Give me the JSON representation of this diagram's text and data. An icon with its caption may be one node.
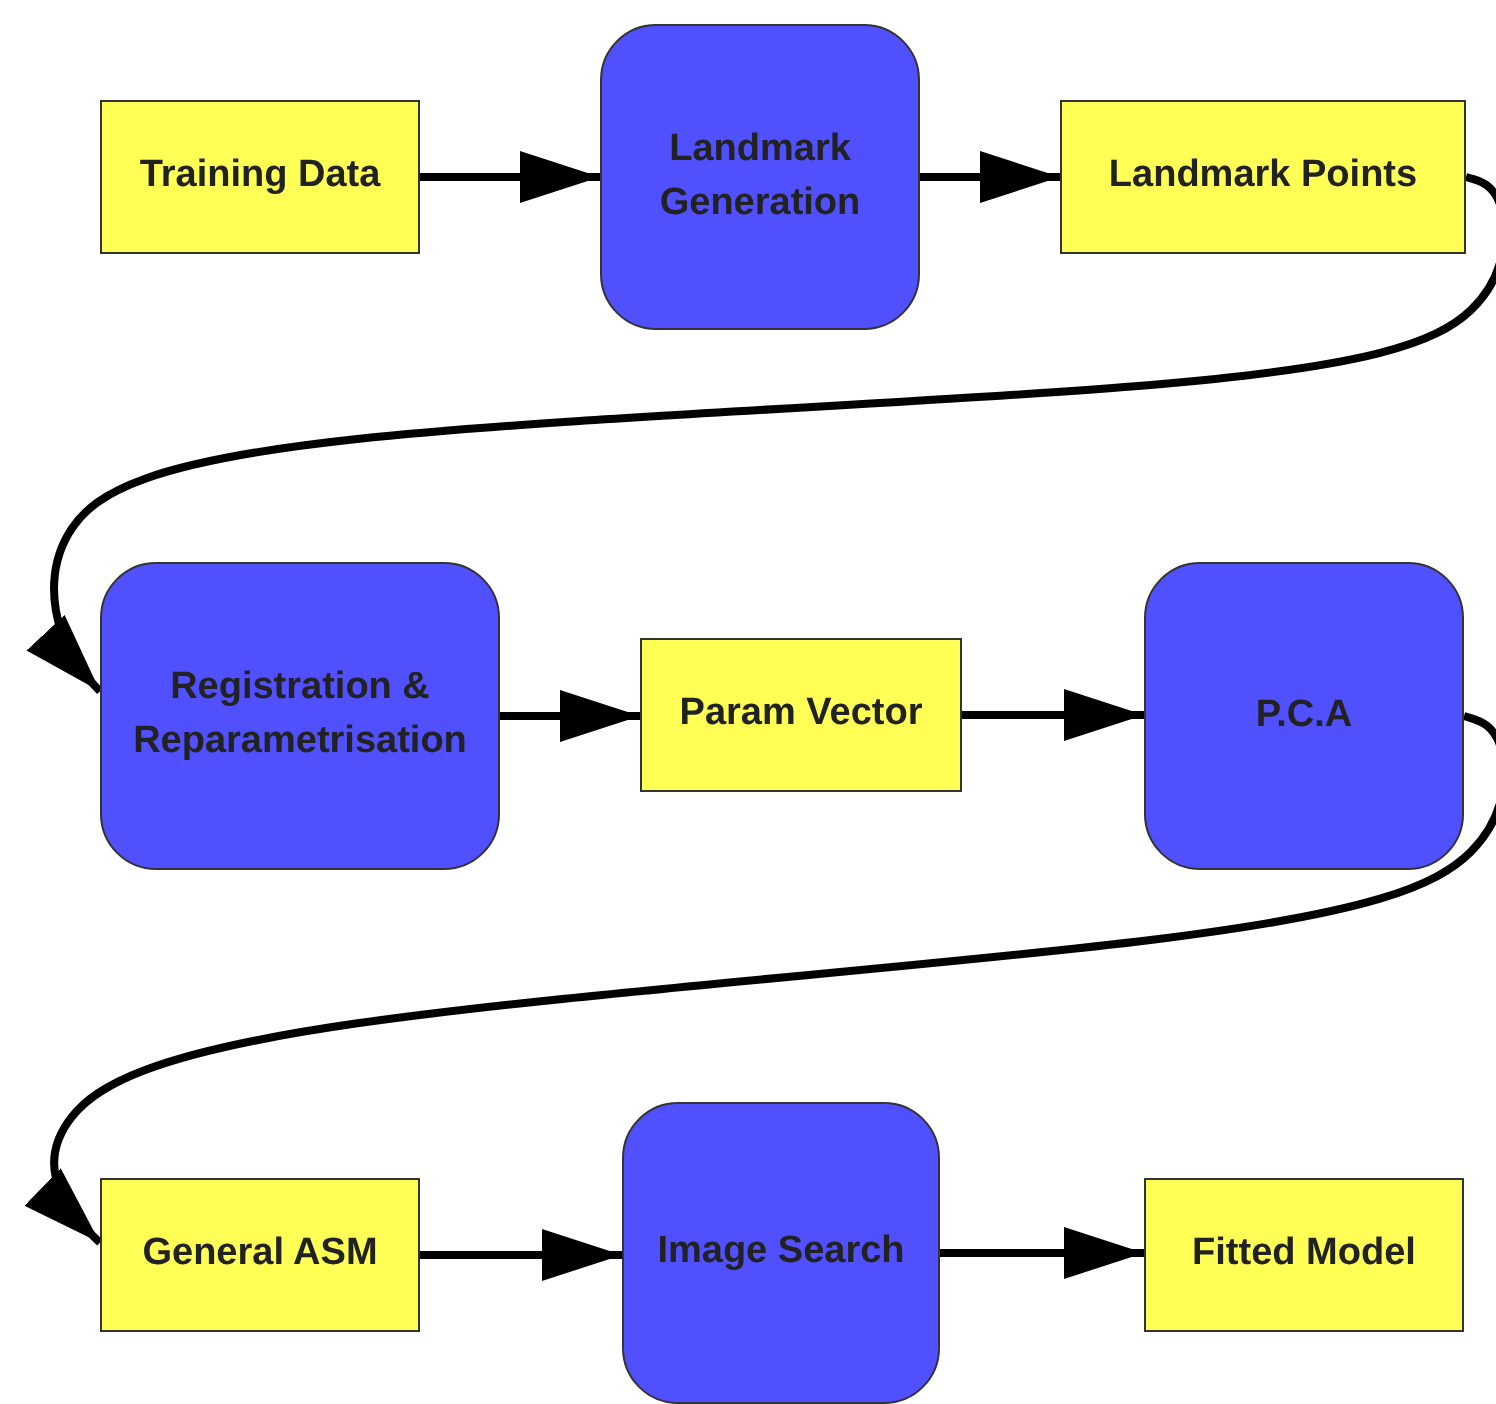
{
  "diagram": {
    "nodes": [
      {
        "text": [
          "Training Data"
        ]
      },
      {
        "text": [
          "Landmark Generation"
        ]
      },
      {
        "text": [
          "Landmark Points"
        ]
      },
      {
        "text": [
          "Registration & Reparametrisation"
        ]
      },
      {
        "text": [
          "Param Vector"
        ]
      },
      {
        "text": [
          "P.C.A"
        ]
      },
      {
        "text": [
          "General ASM"
        ]
      },
      {
        "text": [
          "Image Search"
        ]
      },
      {
        "text": [
          "Fitted Model"
        ]
      }
    ],
    "edges": [
      {
        "from": 0,
        "to": 1,
        "arrow": "to"
      },
      {
        "from": 1,
        "to": 2,
        "arrow": "to"
      },
      {
        "from": 2,
        "to": 3,
        "arrow": "to"
      },
      {
        "from": 3,
        "to": 4,
        "arrow": "to"
      },
      {
        "from": 4,
        "to": 5,
        "arrow": "to"
      },
      {
        "from": 5,
        "to": 6,
        "arrow": "to"
      },
      {
        "from": 6,
        "to": 7,
        "arrow": "to"
      },
      {
        "from": 7,
        "to": 8,
        "arrow": "to"
      }
    ]
  }
}
